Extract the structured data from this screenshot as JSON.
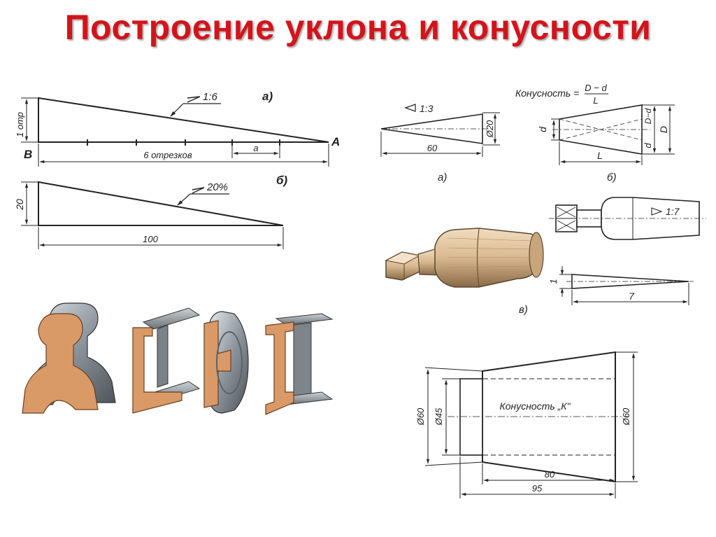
{
  "title": "Построение уклона и конусности",
  "slope_a": {
    "label": "а)",
    "slope_note": "1:6",
    "height_dim": "1 отр",
    "base_dim": "6 отрезков",
    "segment_dim": "a",
    "point_b": "B",
    "point_a": "A"
  },
  "slope_b": {
    "label": "б)",
    "slope_note": "20%",
    "height_dim": "20",
    "base_dim": "100"
  },
  "cone_a": {
    "label": "а)",
    "taper_note": "1:3",
    "diameter_dim": "Ø20",
    "length_dim": "60"
  },
  "cone_b": {
    "label": "б)",
    "formula_prefix": "Конусность =",
    "formula_numerator": "D − d",
    "formula_denominator": "L",
    "dim_d": "d",
    "dim_d_right": "d",
    "dim_d_minus_d": "D−d",
    "dim_D": "D",
    "dim_L": "L"
  },
  "cone_c": {
    "label": "в)",
    "taper_note": "1:7",
    "height_dim": "1",
    "length_dim": "7"
  },
  "cone_d": {
    "note": "Конусность „К\"",
    "left_outer_dim": "Ø60",
    "left_inner_dim": "Ø45",
    "right_dim": "Ø60",
    "length_80": "80",
    "length_95": "95"
  }
}
